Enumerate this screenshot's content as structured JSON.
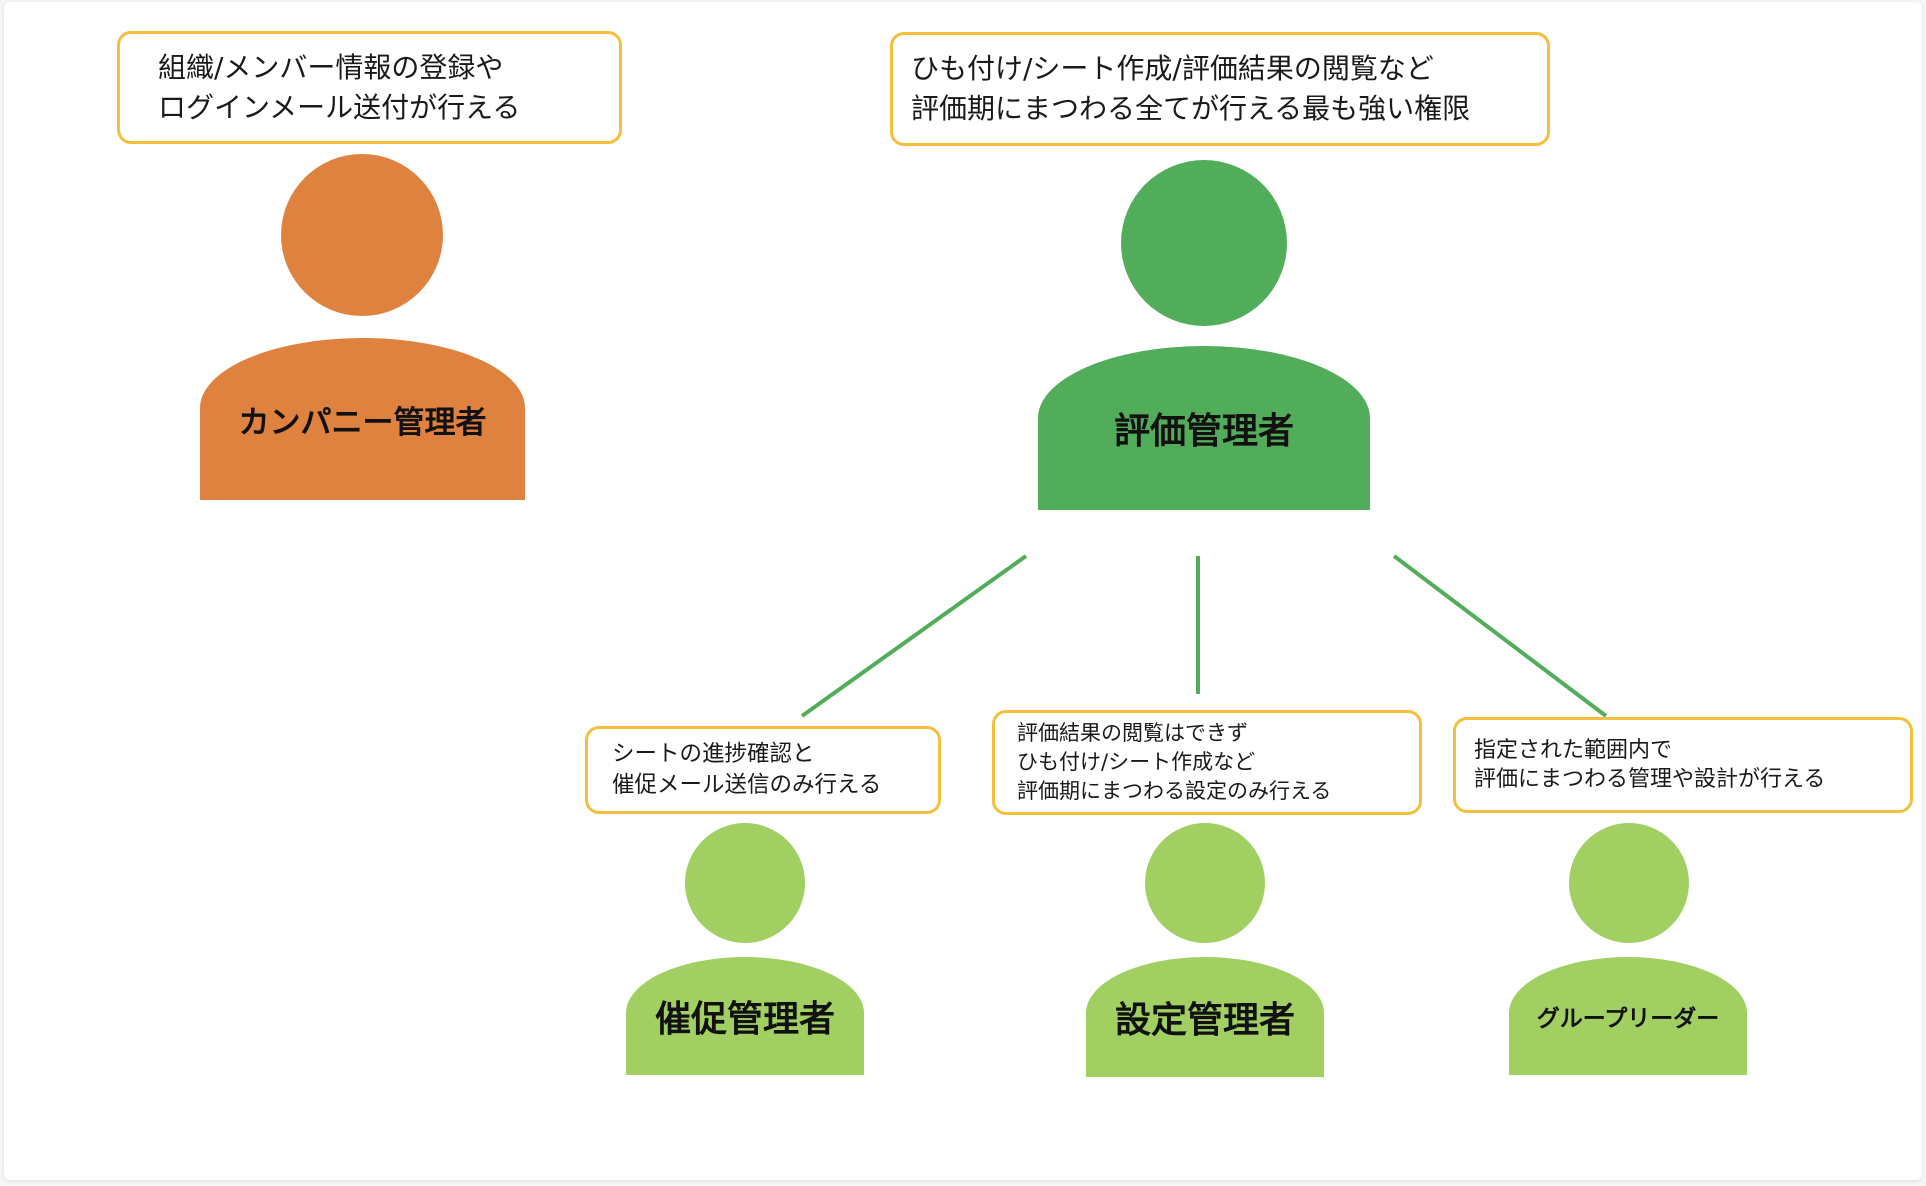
{
  "colors": {
    "company_admin": "#e0823f",
    "eval_admin": "#52ad5a",
    "sub_role": "#a1cf62",
    "bubble_border": "#f4bf3c",
    "connector": "#52ad5a"
  },
  "roles": {
    "company_admin": {
      "label": "カンパニー管理者",
      "desc": [
        "組織/メンバー情報の登録や",
        "ログインメール送付が行える"
      ]
    },
    "eval_admin": {
      "label": "評価管理者",
      "desc": [
        "ひも付け/シート作成/評価結果の閲覧など",
        "評価期にまつわる全てが行える最も強い権限"
      ]
    },
    "promo_admin": {
      "label": "催促管理者",
      "desc": [
        "シートの進捗確認と",
        "催促メール送信のみ行える"
      ]
    },
    "settings_admin": {
      "label": "設定管理者",
      "desc": [
        "評価結果の閲覧はできず",
        "ひも付け/シート作成など",
        "評価期にまつわる設定のみ行える"
      ]
    },
    "group_leader": {
      "label": "グループリーダー",
      "desc": [
        "指定された範囲内で",
        "評価にまつわる管理や設計が行える"
      ]
    }
  }
}
